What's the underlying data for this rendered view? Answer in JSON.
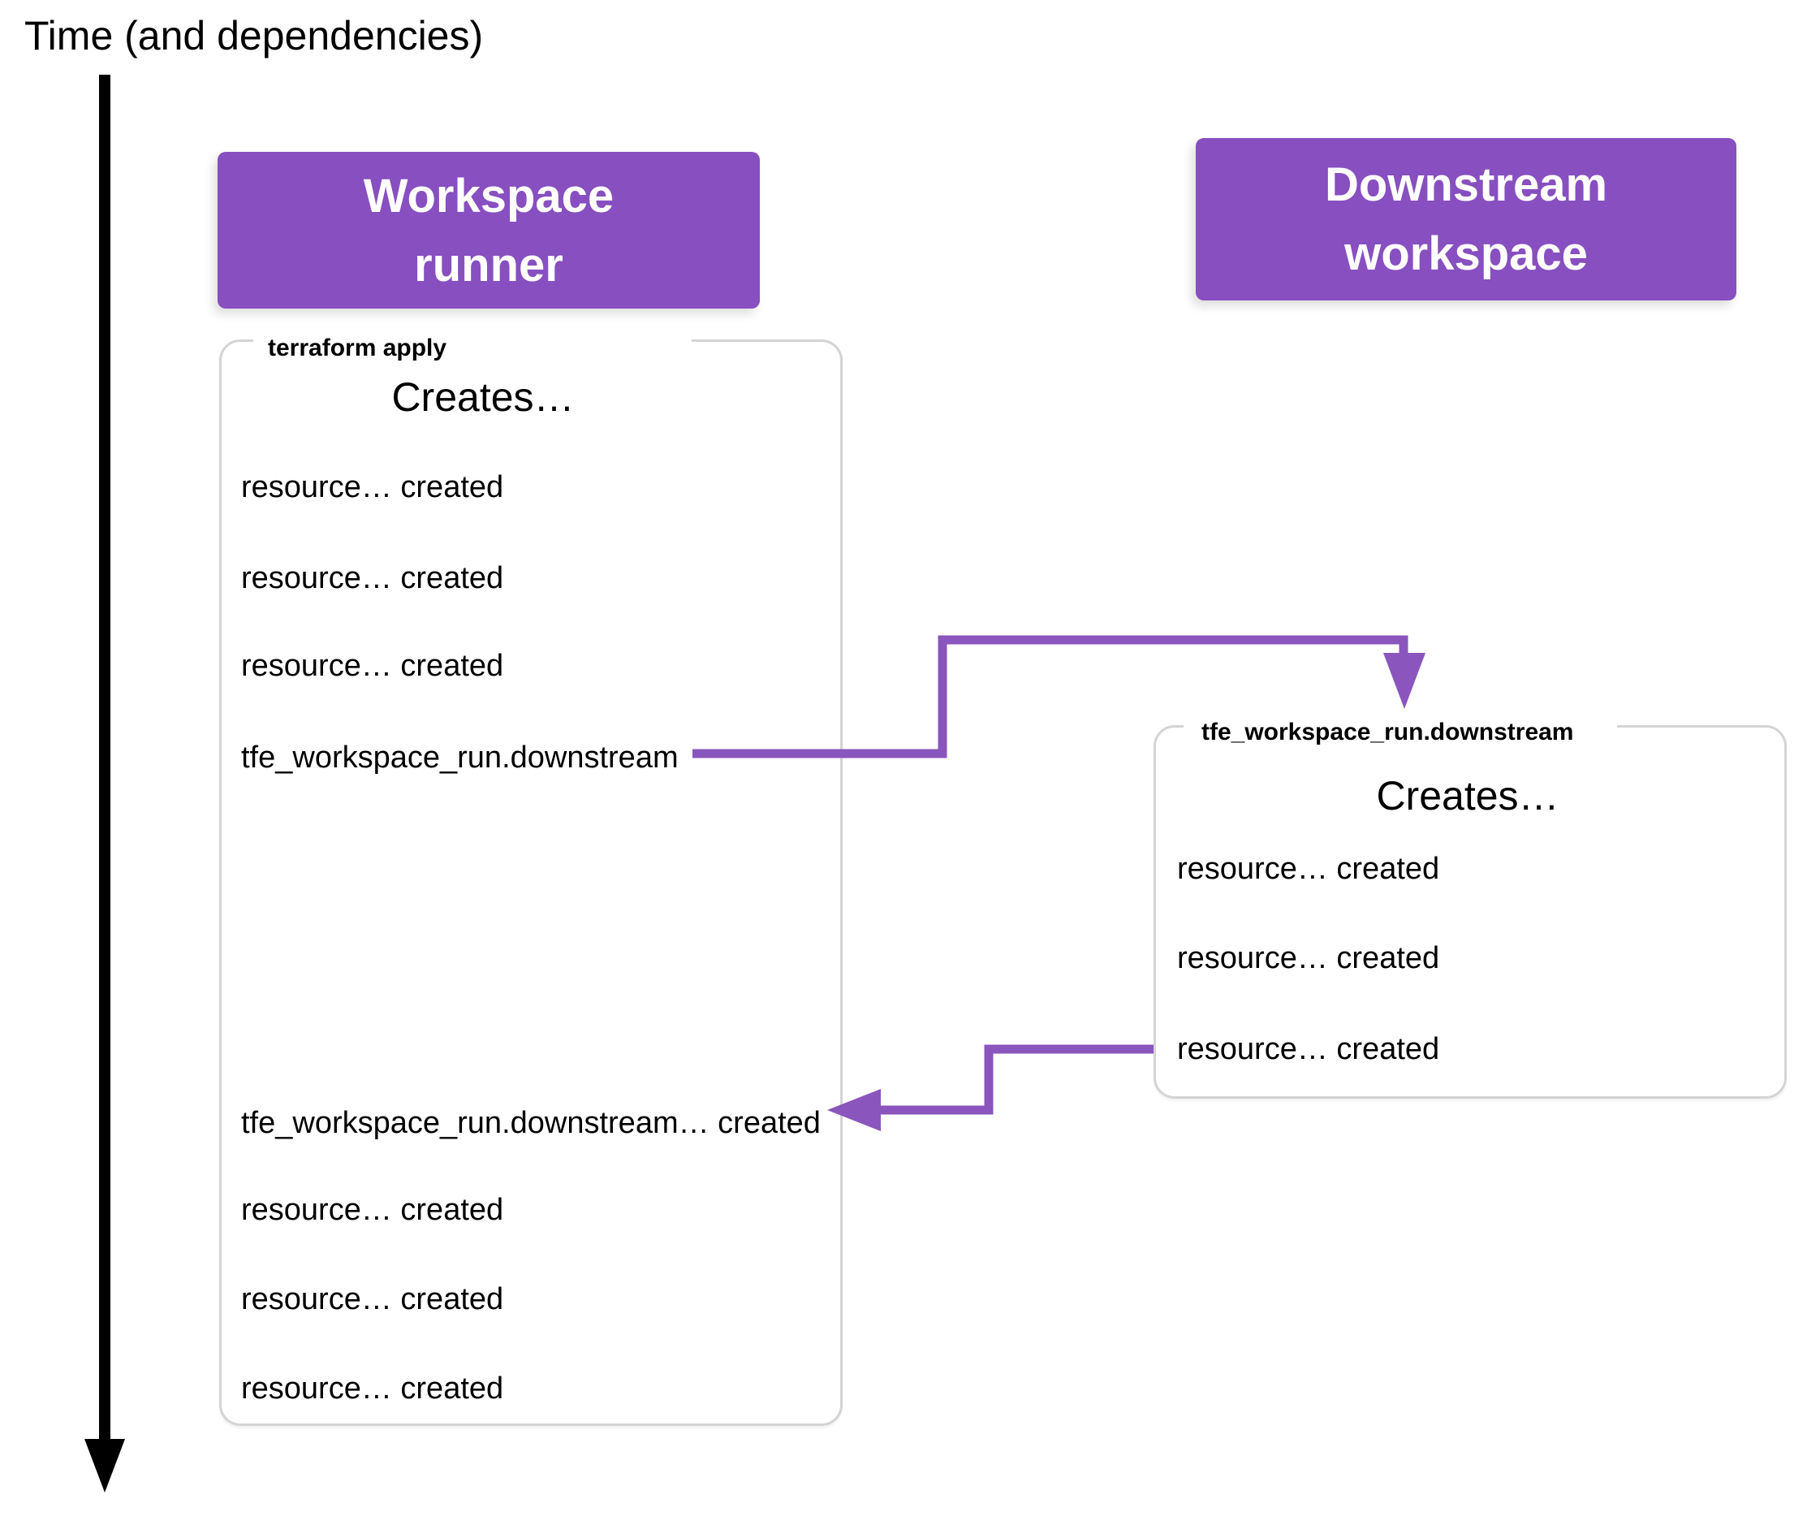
{
  "timeline": {
    "label": "Time (and dependencies)",
    "arrow_color": "#000000"
  },
  "colors": {
    "header_purple": "#874fc0",
    "connector_purple": "#8a55bd",
    "outline_gray": "#d4d4d4",
    "text_black": "#000000",
    "text_white": "#ffffff",
    "background": "#ffffff"
  },
  "headers": [
    {
      "id": "workspace-runner",
      "lines": [
        "Workspace",
        "runner"
      ]
    },
    {
      "id": "downstream-workspace",
      "lines": [
        "Downstream",
        "workspace"
      ]
    }
  ],
  "runner_panel": {
    "legend": "terraform apply",
    "title": "Creates…",
    "rows": [
      "resource… created",
      "resource… created",
      "resource… created",
      "tfe_workspace_run.downstream",
      "tfe_workspace_run.downstream… created",
      "resource… created",
      "resource… created",
      "resource… created"
    ]
  },
  "downstream_panel": {
    "legend": "tfe_workspace_run.downstream",
    "title": "Creates…",
    "rows": [
      "resource… created",
      "resource… created",
      "resource… created"
    ]
  }
}
